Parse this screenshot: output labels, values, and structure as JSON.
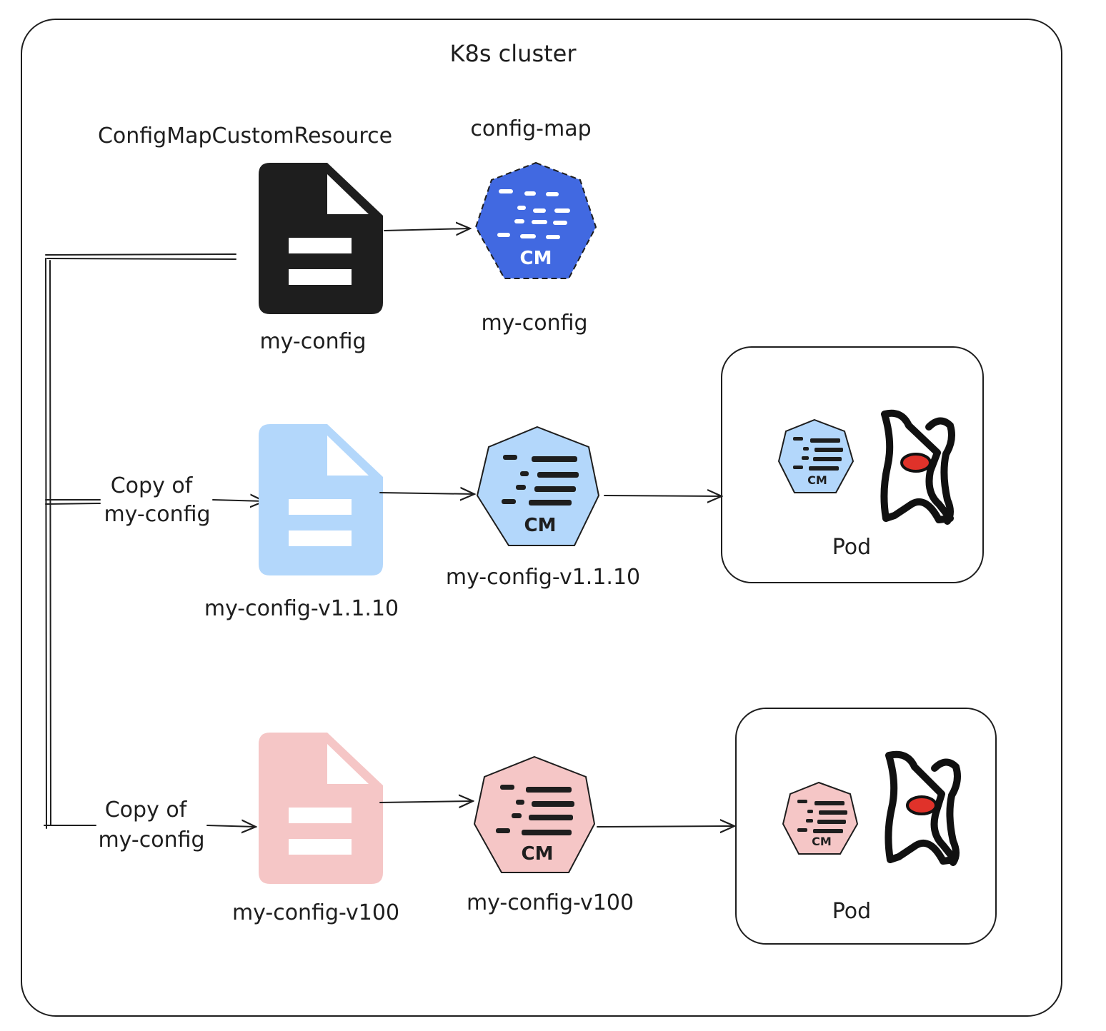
{
  "cluster": {
    "title": "K8s cluster"
  },
  "headers": {
    "crd": "ConfigMapCustomResource",
    "configmap": "config-map"
  },
  "rows": [
    {
      "doc_label": "my-config",
      "cm_label": "my-config",
      "source_label": "",
      "pod_label": "",
      "doc_color": "#1e1e1e",
      "cm_color": "#4169e1"
    },
    {
      "doc_label": "my-config-v1.1.10",
      "cm_label": "my-config-v1.1.10",
      "source_label_line1": "Copy of",
      "source_label_line2": "my-config",
      "pod_label": "Pod",
      "doc_color": "#b3d7fb",
      "cm_color": "#b3d7fb"
    },
    {
      "doc_label": "my-config-v100",
      "cm_label": "my-config-v100",
      "source_label_line1": "Copy of",
      "source_label_line2": "my-config",
      "pod_label": "Pod",
      "doc_color": "#f5c6c6",
      "cm_color": "#f5c6c6"
    }
  ],
  "cm_icon_text": "CM",
  "icons": {
    "document": "document-icon",
    "configmap": "configmap-heptagon-icon",
    "duke": "java-duke-icon"
  }
}
